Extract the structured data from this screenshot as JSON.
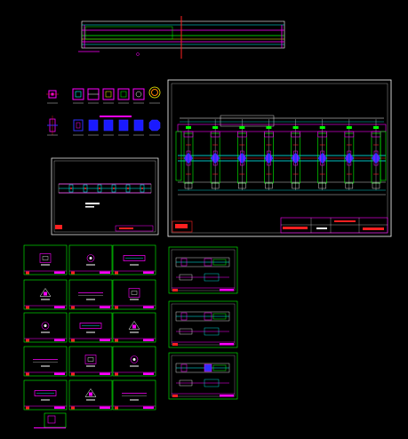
{
  "canvas": {
    "background": "#000000",
    "view_description_hidden": true
  },
  "colors": {
    "cyan": "#00ffff",
    "magenta": "#ff00ff",
    "green": "#00ff00",
    "red": "#ff2020",
    "white": "#ffffff",
    "yellow": "#ffff00",
    "blue": "#3030ff",
    "orange": "#ff8000"
  },
  "sheets": {
    "main_plan": {
      "columns": 8,
      "title_block_labels": [
        "",
        "",
        "",
        ""
      ]
    },
    "section_sheet": {
      "markers": 6
    },
    "detail_grid": {
      "rows": 5,
      "cols": 3
    },
    "right_column_sheets": {
      "count": 3
    }
  },
  "icons": {
    "detail_symbols_row1": [
      "column-section-icon",
      "square-section-icon",
      "beam-section-icon",
      "beam-section-icon",
      "column-detail-icon",
      "round-section-icon"
    ],
    "detail_symbols_row2": [
      "pier-icon",
      "square-block-icon",
      "filled-block-icon",
      "filled-block-icon",
      "filled-block-icon",
      "octagon-icon"
    ]
  }
}
